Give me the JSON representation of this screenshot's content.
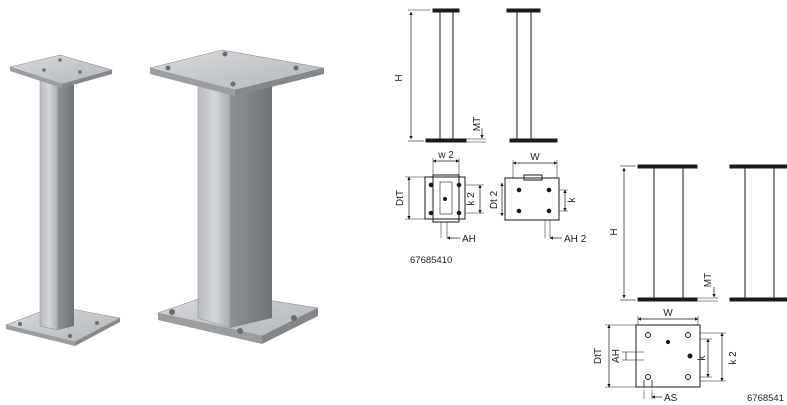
{
  "drawing_small": {
    "height_label": "H",
    "plate_thickness_label": "MT",
    "width_label_w2": "w 2",
    "width_label_w": "W",
    "depth_label_dt": "DtT",
    "depth_label_dt2": "Dt 2",
    "k2_label": "k 2",
    "k_label": "k",
    "hole_label_ah": "AH",
    "hole_label_ah2": "AH 2",
    "article_number": "67685410"
  },
  "drawing_large": {
    "height_label": "H",
    "plate_thickness_label": "MT",
    "width_label": "W",
    "depth_label": "DtT",
    "hole_label_ah": "AH",
    "k_label": "k",
    "k2_label": "k 2",
    "slot_label": "AS",
    "article_number": "6768541"
  },
  "colors": {
    "steel_light": "#c9ccd0",
    "steel_mid": "#a6aaaf",
    "steel_dark": "#7d8186",
    "line": "#1a1a1a"
  }
}
